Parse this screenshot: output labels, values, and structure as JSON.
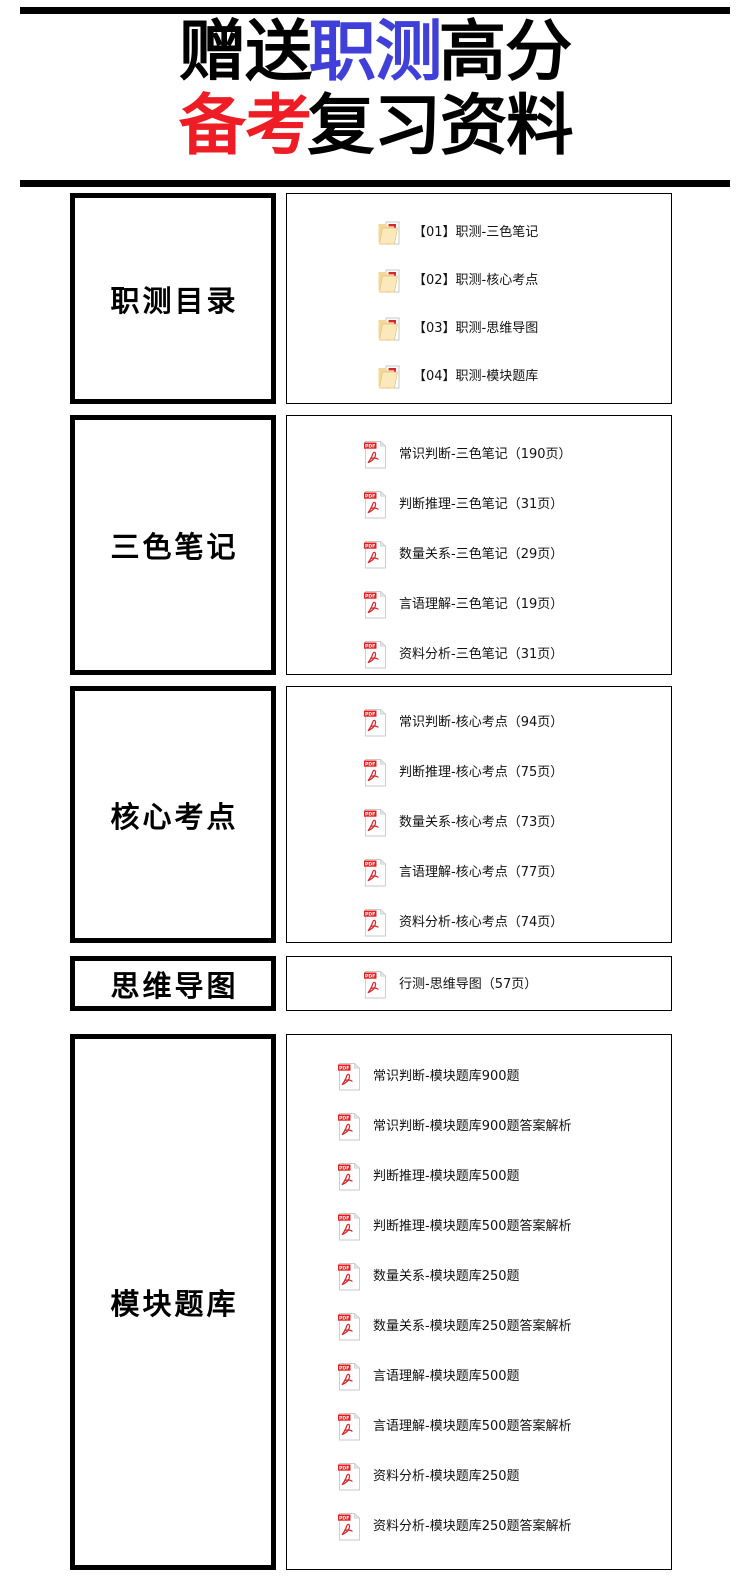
{
  "header": {
    "line1": [
      {
        "text": "赠送",
        "color": "#000000"
      },
      {
        "text": "职测",
        "color": "#4040d8"
      },
      {
        "text": "高分",
        "color": "#000000"
      }
    ],
    "line2": [
      {
        "text": "备考",
        "color": "#ee1c24"
      },
      {
        "text": "复习资料",
        "color": "#000000"
      }
    ],
    "line1_plain": "赠送职测高分",
    "line2_plain": "备考复习资料",
    "colors": {
      "ink": "#000000",
      "blue": "#4040d8",
      "red": "#ee1c24"
    }
  },
  "sections": [
    {
      "label": "职测目录",
      "icon": "folder-icon",
      "items": [
        {
          "text": "【01】职测-三色笔记"
        },
        {
          "text": "【02】职测-核心考点"
        },
        {
          "text": "【03】职测-思维导图"
        },
        {
          "text": "【04】职测-模块题库"
        }
      ]
    },
    {
      "label": "三色笔记",
      "icon": "pdf-icon",
      "items": [
        {
          "text": "常识判断-三色笔记（190页）"
        },
        {
          "text": "判断推理-三色笔记（31页）"
        },
        {
          "text": "数量关系-三色笔记（29页）"
        },
        {
          "text": "言语理解-三色笔记（19页）"
        },
        {
          "text": "资料分析-三色笔记（31页）"
        }
      ]
    },
    {
      "label": "核心考点",
      "icon": "pdf-icon",
      "items": [
        {
          "text": "常识判断-核心考点（94页）"
        },
        {
          "text": "判断推理-核心考点（75页）"
        },
        {
          "text": "数量关系-核心考点（73页）"
        },
        {
          "text": "言语理解-核心考点（77页）"
        },
        {
          "text": "资料分析-核心考点（74页）"
        }
      ]
    },
    {
      "label": "思维导图",
      "icon": "pdf-icon",
      "items": [
        {
          "text": "行测-思维导图（57页）"
        }
      ]
    },
    {
      "label": "模块题库",
      "icon": "pdf-icon",
      "items": [
        {
          "text": "常识判断-模块题库900题"
        },
        {
          "text": "常识判断-模块题库900题答案解析"
        },
        {
          "text": "判断推理-模块题库500题"
        },
        {
          "text": "判断推理-模块题库500题答案解析"
        },
        {
          "text": "数量关系-模块题库250题"
        },
        {
          "text": "数量关系-模块题库250题答案解析"
        },
        {
          "text": "言语理解-模块题库500题"
        },
        {
          "text": "言语理解-模块题库500题答案解析"
        },
        {
          "text": "资料分析-模块题库250题"
        },
        {
          "text": "资料分析-模块题库250题答案解析"
        }
      ]
    }
  ]
}
